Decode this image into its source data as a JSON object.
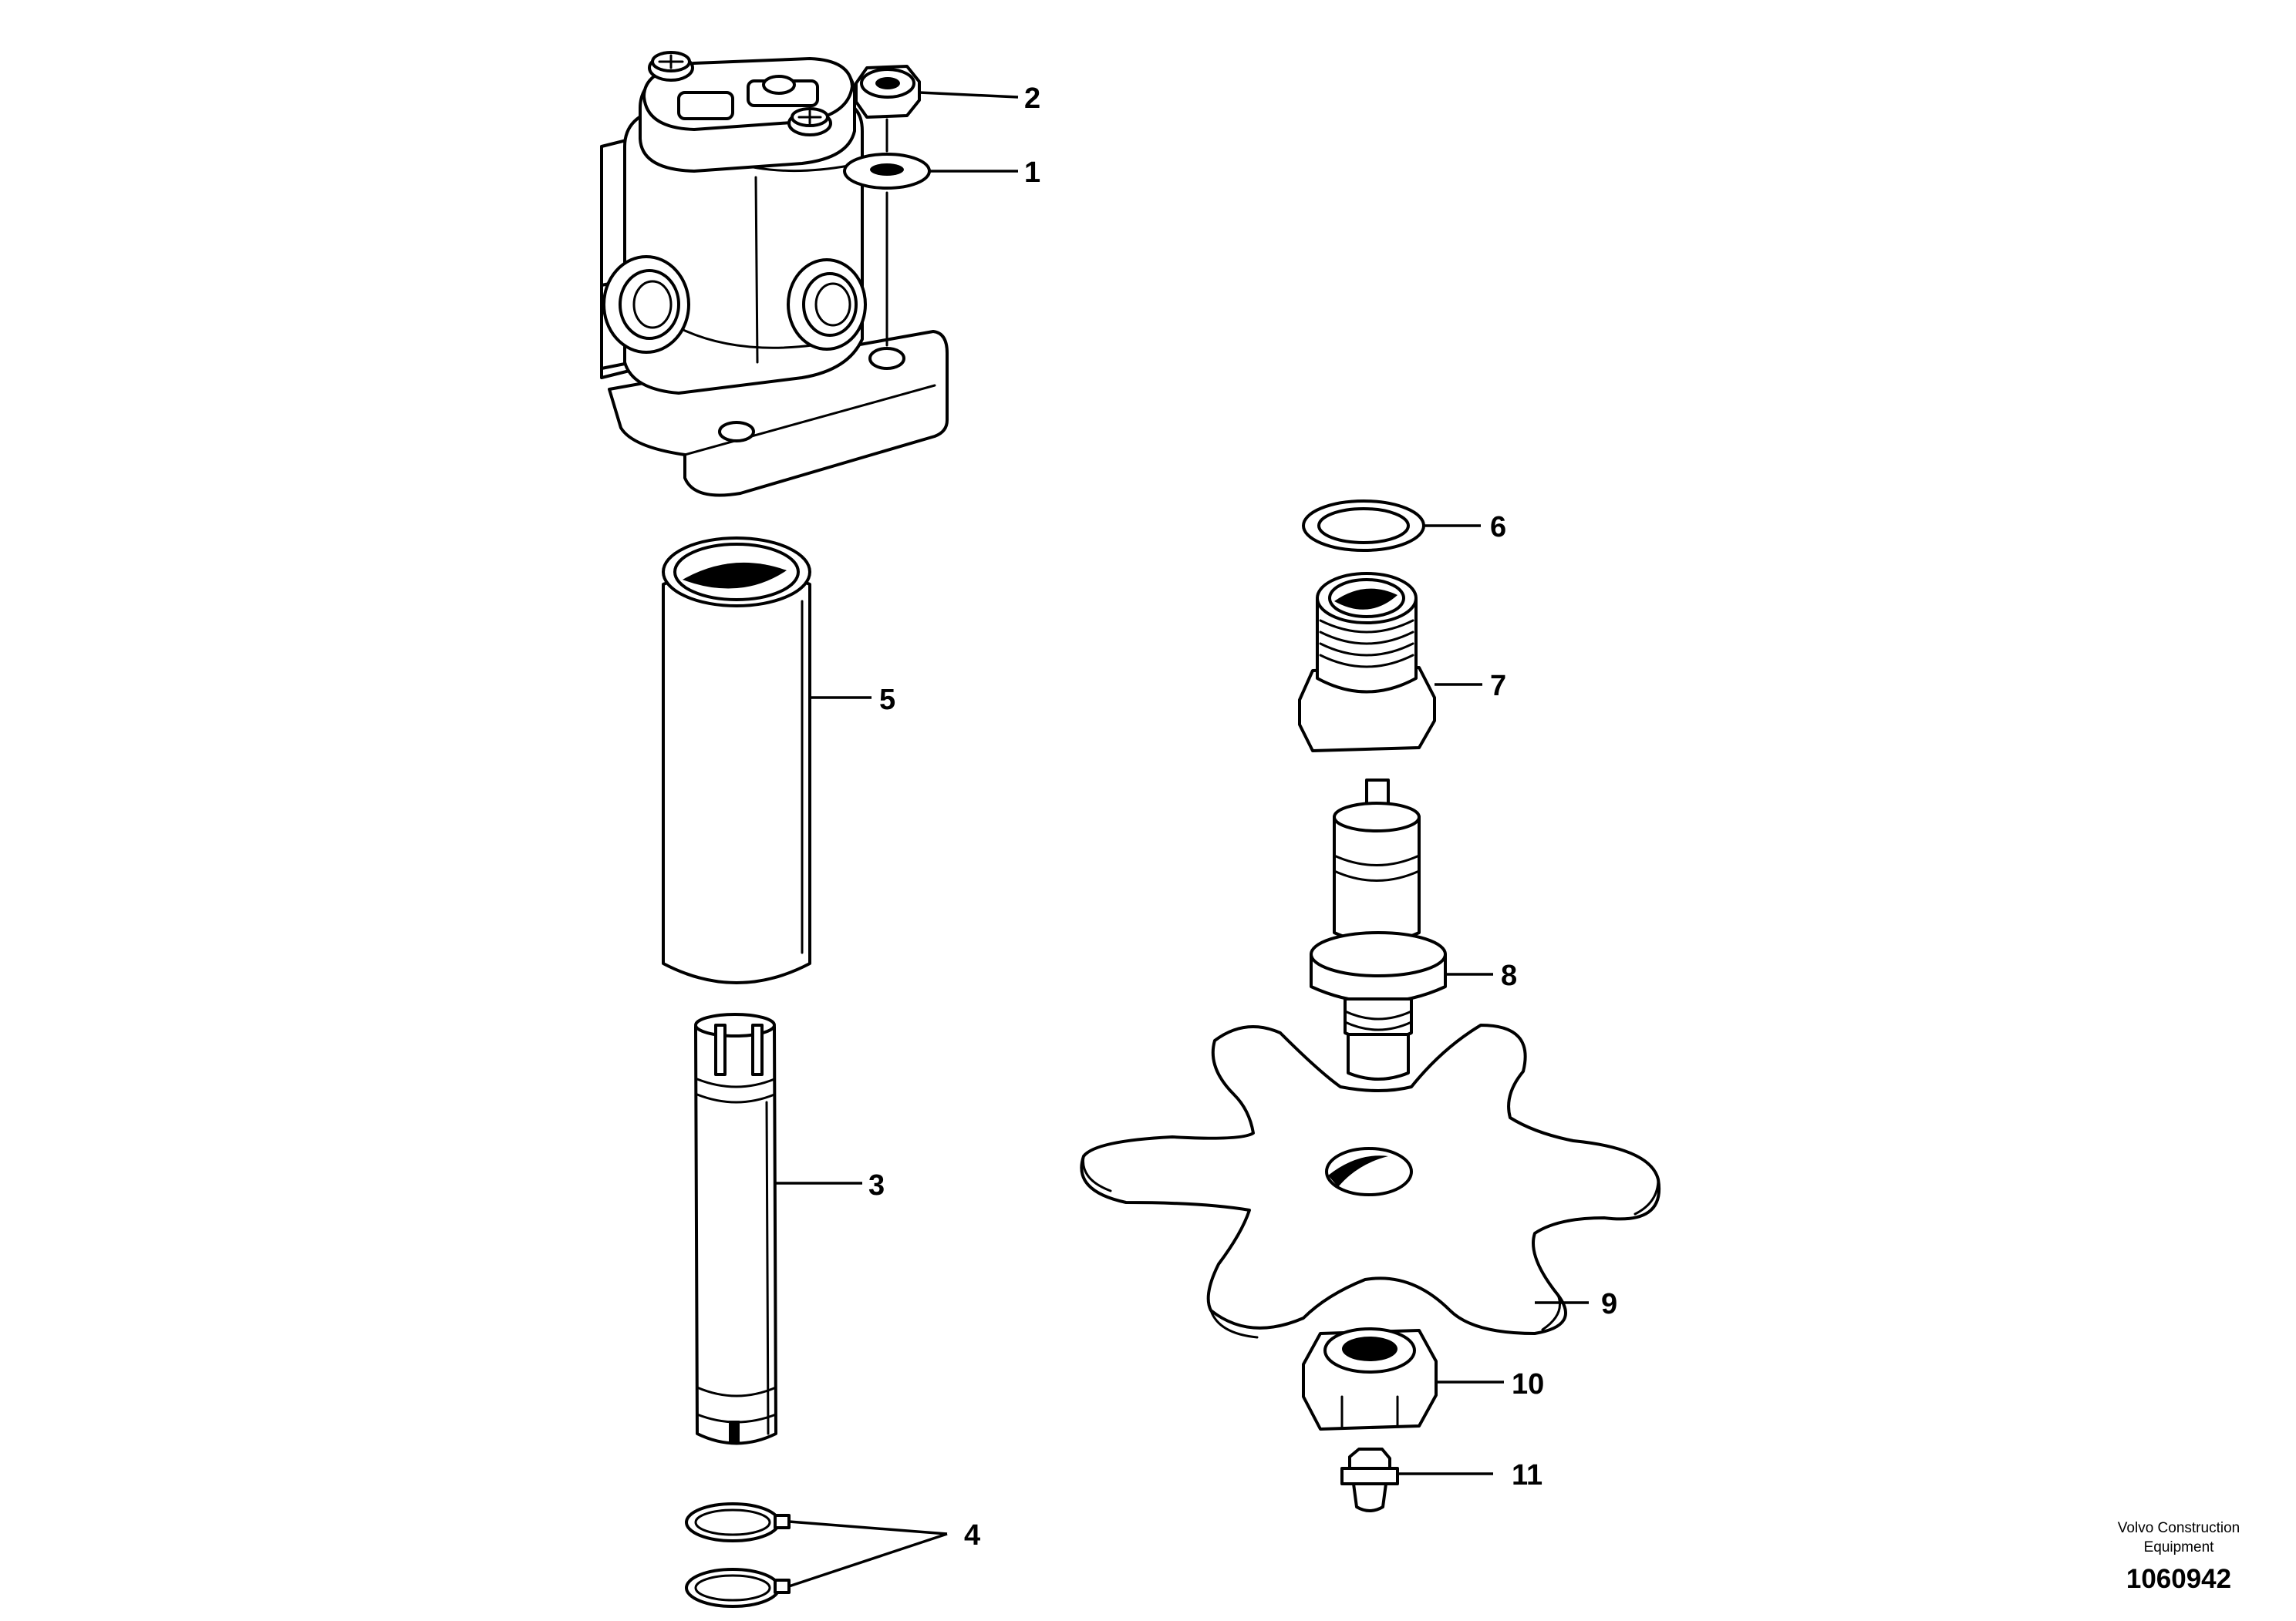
{
  "callouts": [
    {
      "id": "1",
      "label": "1"
    },
    {
      "id": "2",
      "label": "2"
    },
    {
      "id": "3",
      "label": "3"
    },
    {
      "id": "4",
      "label": "4"
    },
    {
      "id": "5",
      "label": "5"
    },
    {
      "id": "6",
      "label": "6"
    },
    {
      "id": "7",
      "label": "7"
    },
    {
      "id": "8",
      "label": "8"
    },
    {
      "id": "9",
      "label": "9"
    },
    {
      "id": "10",
      "label": "10"
    },
    {
      "id": "11",
      "label": "11"
    }
  ],
  "credit": {
    "line1": "Volvo Construction",
    "line2": "Equipment"
  },
  "document_number": "1060942"
}
